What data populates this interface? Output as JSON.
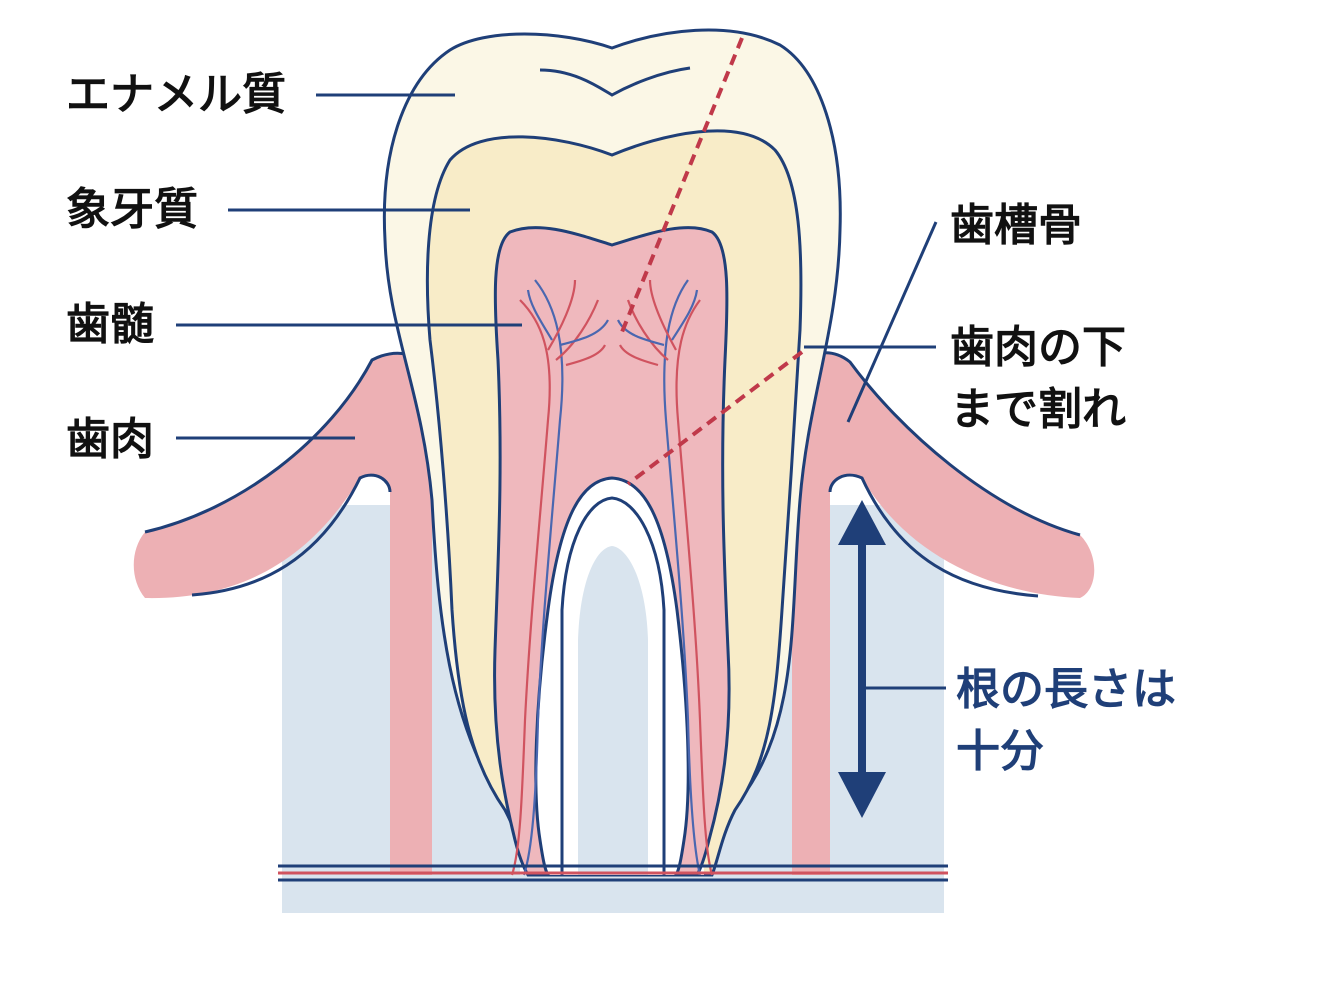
{
  "labels": {
    "enamel": "エナメル質",
    "dentin": "象牙質",
    "pulp": "歯髄",
    "gum": "歯肉",
    "alveolar_bone": "歯槽骨",
    "crack_line1": "歯肉の下",
    "crack_line2": "まで割れ",
    "root_line1": "根の長さは",
    "root_line2": "十分"
  },
  "colors": {
    "outline": "#1f3f78",
    "enamel": "#fbf7e6",
    "dentin": "#f8ecc8",
    "pulp": "#efb8bd",
    "gum": "#edb0b4",
    "bone": "#d9e4ee",
    "vessel_red": "#d0535f",
    "vessel_blue": "#4a67b0",
    "crack": "#c0394a"
  }
}
